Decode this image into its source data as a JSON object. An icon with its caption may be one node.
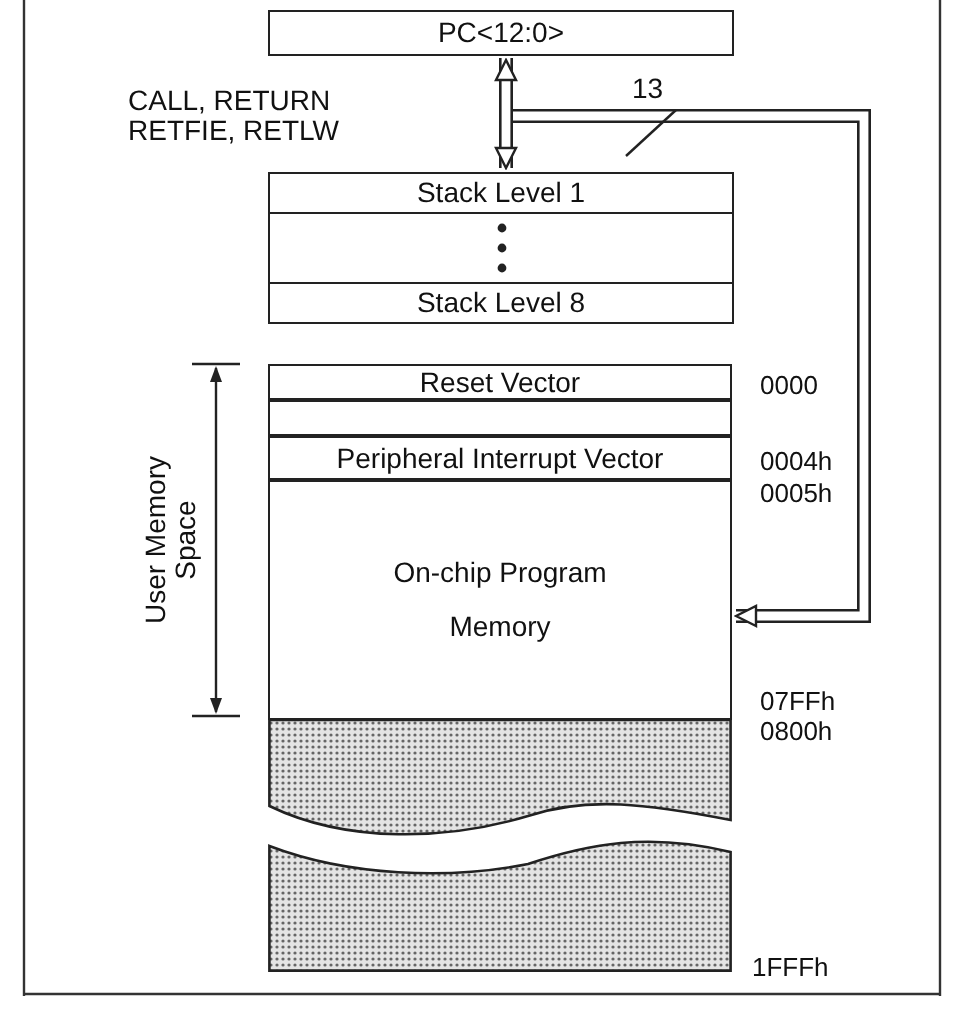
{
  "diagram": {
    "nodes": [
      {
        "text": [
          "PC<12:0>"
        ]
      },
      {
        "text": [
          "Stack Level 1"
        ]
      },
      {
        "text": [],
        "shape": "box"
      },
      {
        "text": [
          "Stack Level 8"
        ]
      },
      {
        "text": [
          "Reset Vector"
        ]
      },
      {
        "text": [],
        "shape": "box"
      },
      {
        "text": [
          "Peripheral Interrupt Vector"
        ]
      },
      {
        "text": [
          "On-chip Program Memory"
        ]
      },
      {
        "text": [],
        "shape": "box"
      },
      {
        "text": [],
        "shape": "box"
      }
    ],
    "edges": [
      {
        "from": 0,
        "to": 1,
        "arrow": "both"
      },
      {
        "from": 0,
        "to": 7,
        "arrow": "to",
        "label": "13"
      }
    ],
    "labels": [
      "CALL, RETURN RETFIE, RETLW",
      "User Memory Space",
      "0000",
      "0004h",
      "0005h",
      "07FFh",
      "0800h",
      "1FFFh"
    ]
  }
}
